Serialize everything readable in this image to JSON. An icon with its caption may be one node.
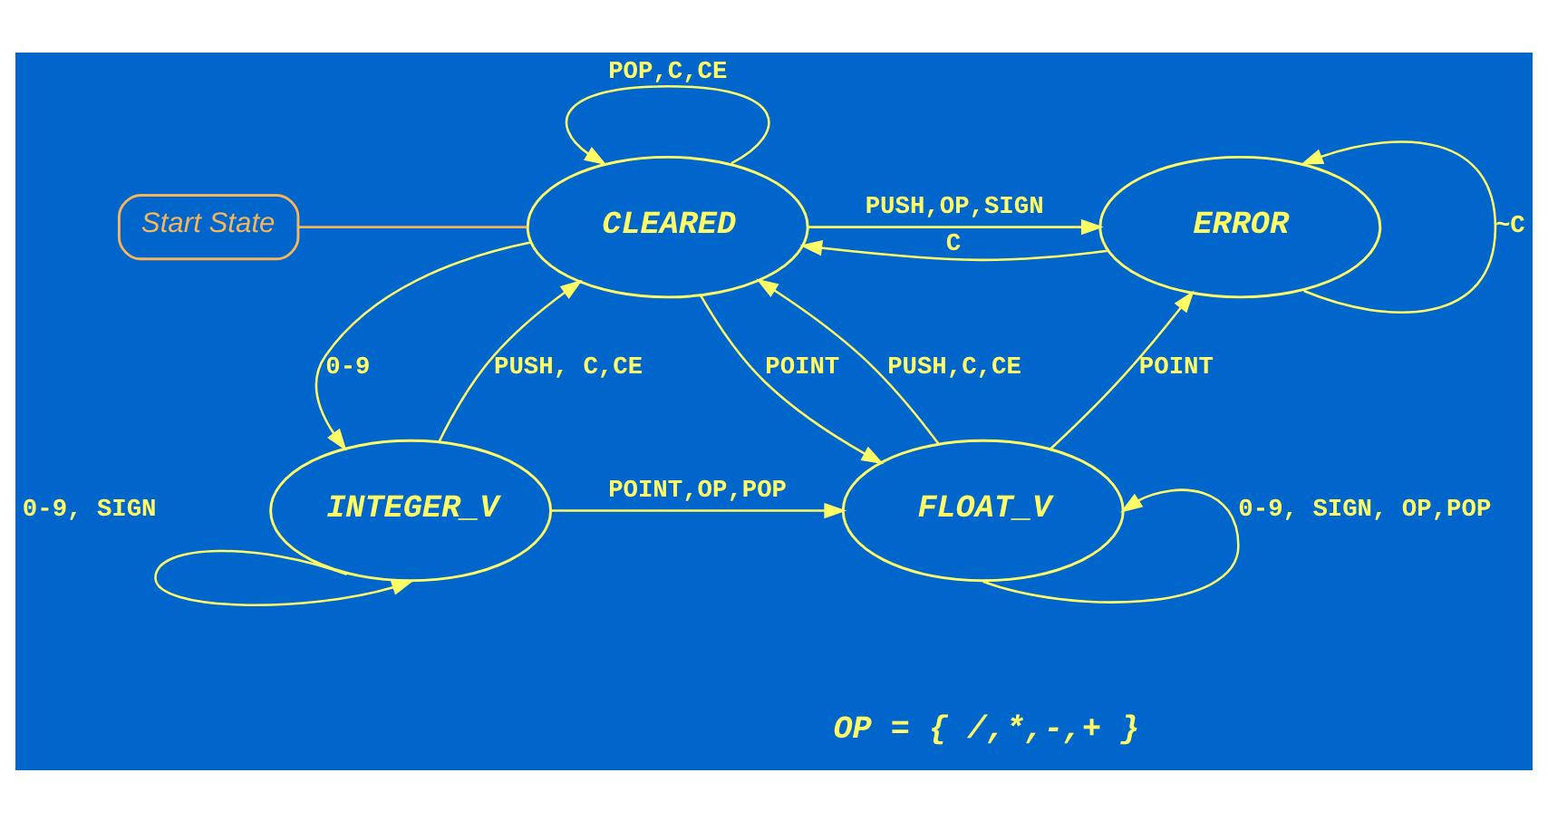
{
  "diagram": {
    "nodes": [
      {
        "text": [
          "CLEARED"
        ]
      },
      {
        "text": [
          "ERROR"
        ]
      },
      {
        "text": [
          "INTEGER_V"
        ]
      },
      {
        "text": [
          "FLOAT_V"
        ]
      },
      {
        "text": [
          "Start State"
        ]
      }
    ],
    "edges": [
      {
        "from": 0,
        "to": 0,
        "arrow": "to",
        "label": "POP,C,CE"
      },
      {
        "from": 1,
        "to": 0,
        "arrow": "to",
        "label": "C"
      },
      {
        "from": 0,
        "to": 1,
        "arrow": "to",
        "label": "PUSH,OP,SIGN"
      },
      {
        "from": 1,
        "to": 1,
        "arrow": "to",
        "label": "~C"
      },
      {
        "from": 0,
        "to": 2,
        "arrow": "to",
        "label": "0-9"
      },
      {
        "from": 2,
        "to": 0,
        "arrow": "to",
        "label": "PUSH, C,CE"
      },
      {
        "from": 0,
        "to": 3,
        "arrow": "to",
        "label": "POINT"
      },
      {
        "from": 3,
        "to": 0,
        "arrow": "to",
        "label": "PUSH,C,CE"
      },
      {
        "from": 3,
        "to": 1,
        "arrow": "to",
        "label": "POINT"
      },
      {
        "from": 2,
        "to": 3,
        "arrow": "to",
        "label": "POINT,OP,POP"
      },
      {
        "from": 2,
        "to": 2,
        "arrow": "to",
        "label": "0-9, SIGN"
      },
      {
        "from": 3,
        "to": 3,
        "arrow": "to",
        "label": "0-9, SIGN, OP,POP"
      },
      {
        "from": 4,
        "to": 0,
        "arrow": "none",
        "color": "#f5b55a"
      }
    ],
    "labels": [
      "OP = { /,*,-,+ }"
    ]
  }
}
